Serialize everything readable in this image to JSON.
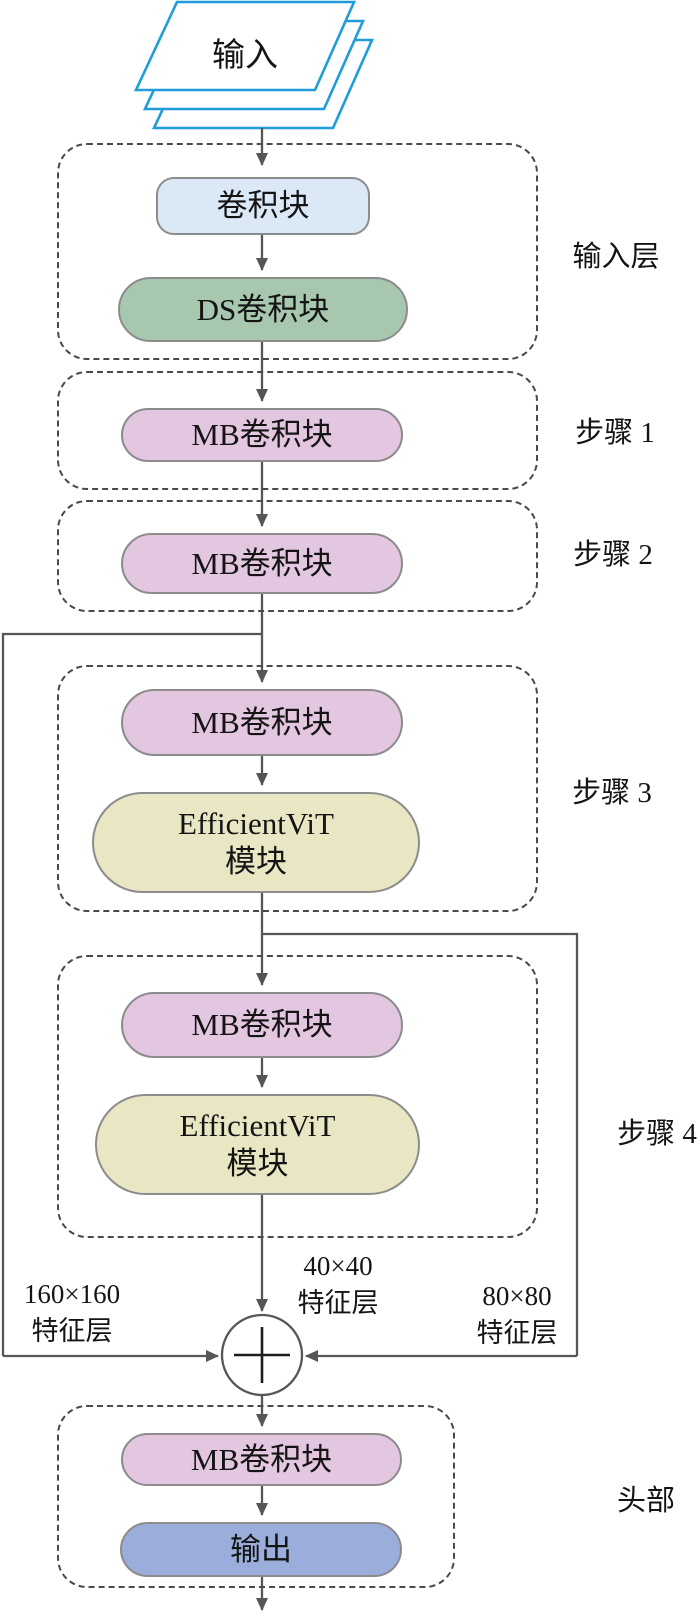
{
  "diagram": {
    "input_stack": {
      "label": "输入"
    },
    "groups": {
      "input_layer": {
        "label": "输入层"
      },
      "step1": {
        "label": "步骤 1"
      },
      "step2": {
        "label": "步骤 2"
      },
      "step3": {
        "label": "步骤 3"
      },
      "step4": {
        "label": "步骤 4"
      },
      "head": {
        "label": "头部"
      }
    },
    "nodes": {
      "conv": "卷积块",
      "ds_conv": "DS卷积块",
      "mb_step1": "MB卷积块",
      "mb_step2": "MB卷积块",
      "mb_step3": "MB卷积块",
      "evit3_line1": "EfficientViT",
      "evit3_line2": "模块",
      "mb_step4": "MB卷积块",
      "evit4_line1": "EfficientViT",
      "evit4_line2": "模块",
      "mb_head": "MB卷积块",
      "output": "输出"
    },
    "feature_labels": {
      "f160_size": "160×160",
      "f160_name": "特征层",
      "f40_size": "40×40",
      "f40_name": "特征层",
      "f80_size": "80×80",
      "f80_name": "特征层"
    },
    "merge": {
      "operator": "+"
    },
    "colors": {
      "input_sheet_stroke": "#1f9cd9",
      "conv_block_fill": "#dbe9f7",
      "ds_block_fill": "#a8c7af",
      "mb_block_fill": "#e3c6df",
      "efficientvit_fill": "#e9e6c4",
      "output_fill": "#9baedb",
      "pill_border": "#8c8c8c",
      "dashed_border": "#4a4a4a",
      "wire": "#565656",
      "text": "#141414"
    }
  }
}
